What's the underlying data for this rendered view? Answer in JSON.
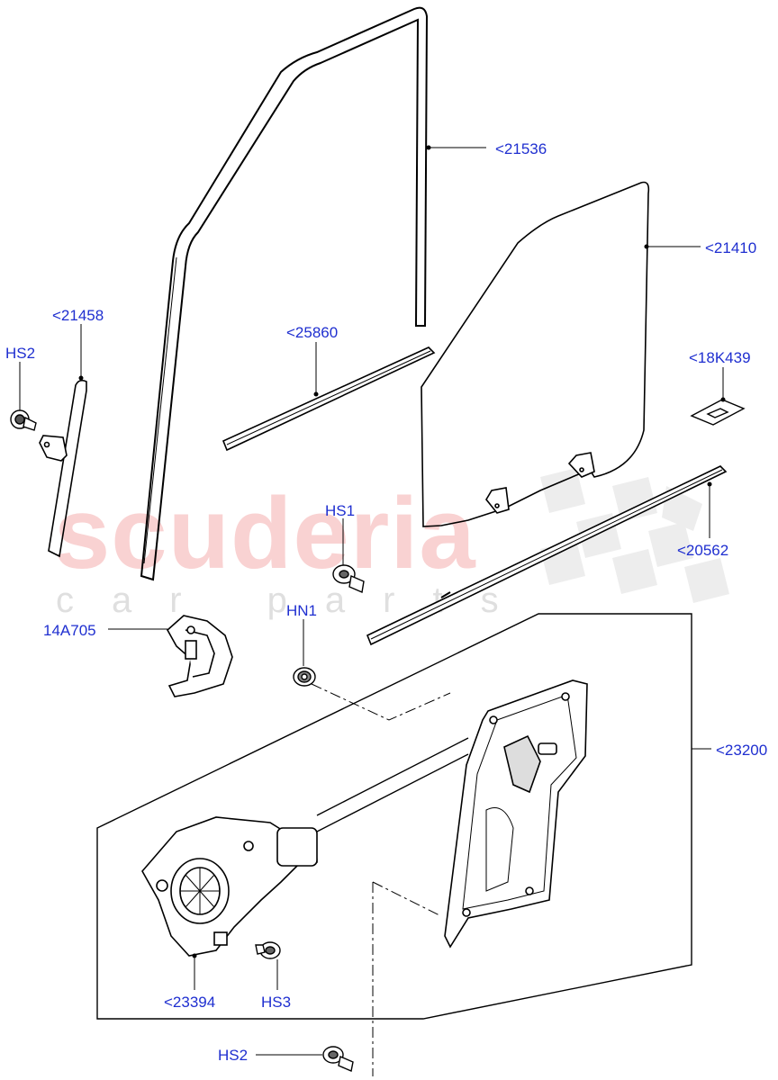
{
  "watermark": {
    "brand": "scuderia",
    "tagline": "car parts"
  },
  "labels": {
    "p21536": "<21536",
    "p21410": "<21410",
    "p21458": "<21458",
    "hs2_top": "HS2",
    "p25860": "<25860",
    "p18k439": "<18K439",
    "hs1": "HS1",
    "p20562": "<20562",
    "p14a705": "14A705",
    "hn1": "HN1",
    "p23200": "<23200",
    "p23394": "<23394",
    "hs3": "HS3",
    "hs2_bottom": "HS2"
  },
  "colors": {
    "label_blue": "#1f2fd0",
    "line": "#000000",
    "watermark_red": "#f7c4c4",
    "watermark_grey": "#d8d8d8"
  }
}
